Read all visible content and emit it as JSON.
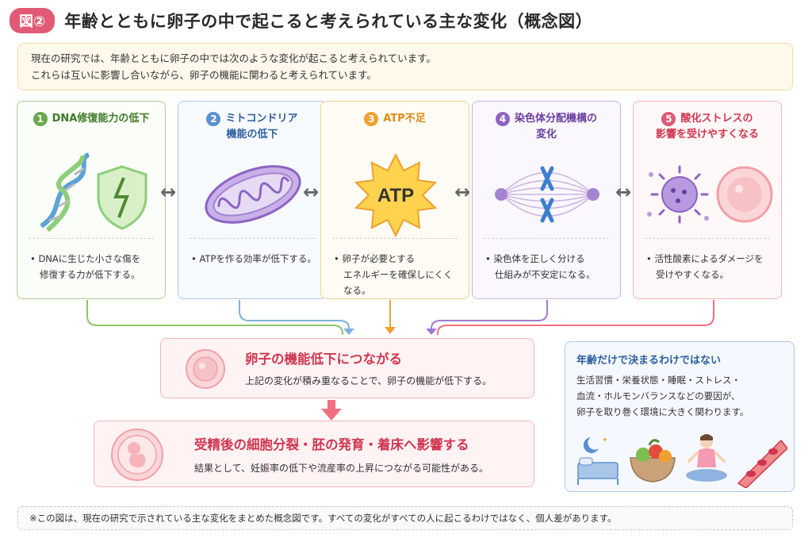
{
  "header": {
    "figure_label": "図②",
    "title": "年齢とともに卵子の中で起こると考えられている主な変化（概念図）"
  },
  "intro": {
    "line1": "現在の研究では、年齢とともに卵子の中では次のような変化が起こると考えられています。",
    "line2": "これらは互いに影響し合いながら、卵子の機能に関わると考えられています。"
  },
  "cards": [
    {
      "num": "1",
      "title": "DNA修復能力の低下",
      "title2": "",
      "desc1": "• DNAに生じた小さな傷を",
      "desc2": "修復する力が低下する。",
      "icon": "dna-shield-icon"
    },
    {
      "num": "2",
      "title": "ミトコンドリア",
      "title2": "機能の低下",
      "desc1": "• ATPを作る効率が低下する。",
      "desc2": "",
      "icon": "mitochondria-icon"
    },
    {
      "num": "3",
      "title": "ATP不足",
      "title2": "",
      "desc1": "• 卵子が必要とする",
      "desc2": "エネルギーを確保しにくくなる。",
      "icon": "atp-burst-icon",
      "icon_text": "ATP"
    },
    {
      "num": "4",
      "title": "染色体分配機構の",
      "title2": "変化",
      "desc1": "• 染色体を正しく分ける",
      "desc2": "仕組みが不安定になる。",
      "icon": "spindle-icon"
    },
    {
      "num": "5",
      "title": "酸化ストレスの",
      "title2": "影響を受けやすくなる",
      "desc1": "• 活性酸素によるダメージを",
      "desc2": "受けやすくなる。",
      "icon": "ros-cell-icon"
    }
  ],
  "decline": {
    "title": "卵子の機能低下につながる",
    "desc": "上記の変化が積み重なることで、卵子の機能が低下する。"
  },
  "impact": {
    "title": "受精後の細胞分裂・胚の発育・着床へ影響する",
    "desc": "結果として、妊娠率の低下や流産率の上昇につながる可能性がある。"
  },
  "side": {
    "title": "年齢だけで決まるわけではない",
    "line1": "生活習慣・栄養状態・睡眠・ストレス・",
    "line2": "血流・ホルモンバランスなどの要因が、",
    "line3": "卵子を取り巻く環境に大きく関わります。"
  },
  "footnote": "※この図は、現在の研究で示されている主な変化をまとめた概念図です。すべての変化がすべての人に起こるわけではなく、個人差があります。",
  "colors": {
    "accent_pink": "#e05a75",
    "green": "#6aa84f",
    "blue": "#5b8fd1",
    "orange": "#f0a030",
    "purple": "#8e63c4"
  }
}
